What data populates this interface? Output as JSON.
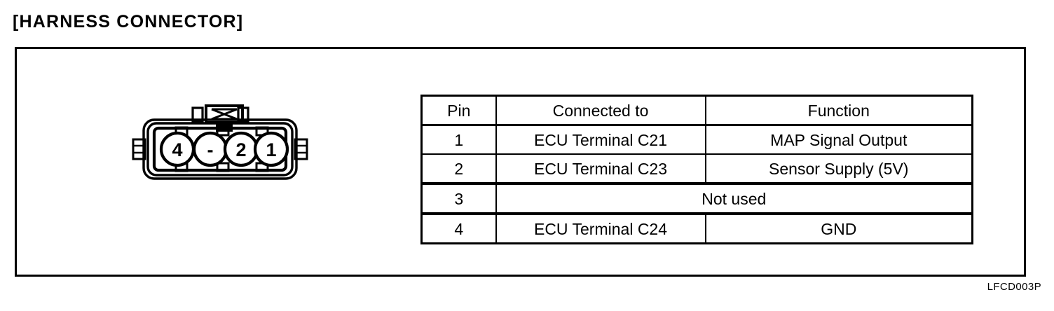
{
  "page": {
    "title": "[HARNESS CONNECTOR]",
    "figure_code": "LFCD003P"
  },
  "connector": {
    "name": "4-way harness connector",
    "cavity_labels": [
      "4",
      "-",
      "2",
      "1"
    ],
    "cavity_count": 4,
    "latch_position": "top-center",
    "side_tabs": 2
  },
  "table": {
    "headers": {
      "pin": "Pin",
      "connected_to": "Connected to",
      "function": "Function"
    },
    "rows": [
      {
        "pin": "1",
        "connected_to": "ECU Terminal C21",
        "function": "MAP Signal Output",
        "merged": false
      },
      {
        "pin": "2",
        "connected_to": "ECU Terminal C23",
        "function": "Sensor Supply (5V)",
        "merged": false
      },
      {
        "pin": "3",
        "connected_to": "Not used",
        "function": "",
        "merged": true
      },
      {
        "pin": "4",
        "connected_to": "ECU Terminal C24",
        "function": "GND",
        "merged": false
      }
    ]
  },
  "colors": {
    "ink": "#000000",
    "paper": "#ffffff"
  }
}
